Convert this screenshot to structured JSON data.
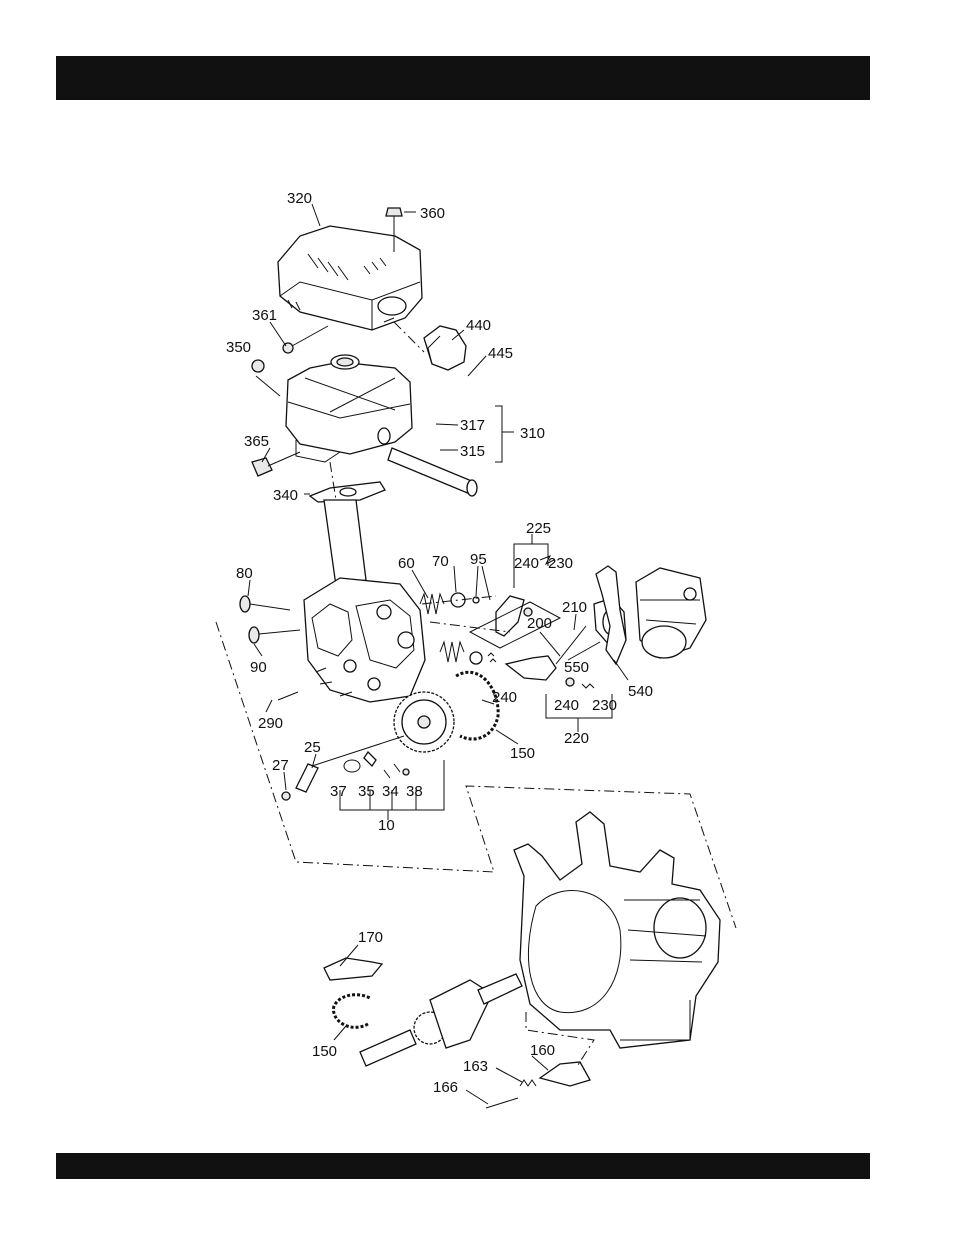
{
  "header": {
    "title": ""
  },
  "footer": {
    "text": ""
  },
  "callouts": {
    "c320": "320",
    "c360": "360",
    "c361": "361",
    "c440": "440",
    "c445": "445",
    "c350": "350",
    "c317": "317",
    "c310": "310",
    "c315": "315",
    "c365": "365",
    "c340": "340",
    "c225": "225",
    "c240a": "240",
    "c230a": "230",
    "c60": "60",
    "c70": "70",
    "c95": "95",
    "c80": "80",
    "c210": "210",
    "c200": "200",
    "c550": "550",
    "c540": "540",
    "c90": "90",
    "c240b": "240",
    "c240c": "240",
    "c230b": "230",
    "c220": "220",
    "c290": "290",
    "c150a": "150",
    "c25": "25",
    "c27": "27",
    "c37": "37",
    "c35": "35",
    "c34": "34",
    "c38": "38",
    "c10": "10",
    "c170": "170",
    "c150b": "150",
    "c160": "160",
    "c163": "163",
    "c166": "166"
  }
}
